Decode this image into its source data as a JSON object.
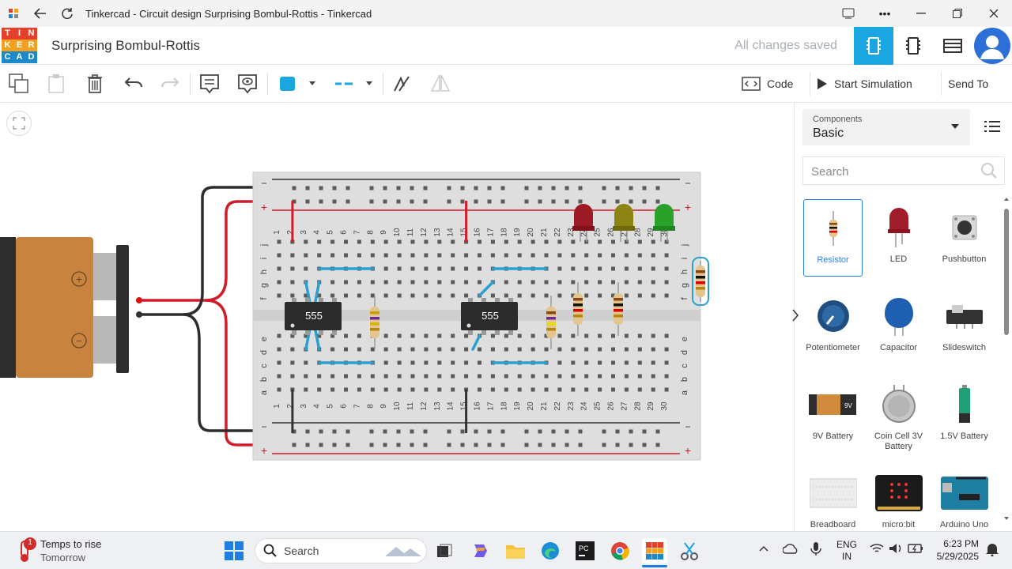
{
  "window": {
    "title": "Tinkercad - Circuit design Surprising Bombul-Rottis - Tinkercad"
  },
  "app": {
    "logo_letters": [
      "T",
      "I",
      "N",
      "K",
      "E",
      "R",
      "C",
      "A",
      "D"
    ],
    "logo_colors": [
      "#e4402a",
      "#e4402a",
      "#e4402a",
      "#f2a01f",
      "#f2a01f",
      "#f2a01f",
      "#1d89c9",
      "#1d89c9",
      "#1d89c9"
    ],
    "project_name": "Surprising Bombul-Rottis",
    "save_status": "All changes saved",
    "accent": "#1aa6e0"
  },
  "toolbar": {
    "code_label": "Code",
    "simulate_label": "Start Simulation",
    "send_label": "Send To",
    "wire_color": "#1aa6e0"
  },
  "breadboard": {
    "column_numbers": [
      "1",
      "2",
      "3",
      "4",
      "5",
      "6",
      "7",
      "8",
      "9",
      "10",
      "11",
      "12",
      "13",
      "14",
      "15",
      "16",
      "17",
      "18",
      "19",
      "20",
      "21",
      "22",
      "23",
      "24",
      "25",
      "26",
      "27",
      "28",
      "29",
      "30"
    ],
    "top_row_letters": [
      "j",
      "i",
      "h",
      "g",
      "f"
    ],
    "bottom_row_letters": [
      "e",
      "d",
      "c",
      "b",
      "a"
    ],
    "rail_minus": "−",
    "rail_plus": "+",
    "chip_label_1": "555",
    "chip_label_2": "555",
    "battery_plus": "+",
    "battery_minus": "−"
  },
  "sidebar": {
    "dropdown_caption": "Components",
    "dropdown_value": "Basic",
    "search_placeholder": "Search",
    "components": [
      {
        "label": "Resistor",
        "icon": "resistor-icon"
      },
      {
        "label": "LED",
        "icon": "led-icon"
      },
      {
        "label": "Pushbutton",
        "icon": "pushbutton-icon"
      },
      {
        "label": "Potentiometer",
        "icon": "potentiometer-icon"
      },
      {
        "label": "Capacitor",
        "icon": "capacitor-icon"
      },
      {
        "label": "Slideswitch",
        "icon": "slideswitch-icon"
      },
      {
        "label": "9V Battery",
        "icon": "battery-9v-icon"
      },
      {
        "label": "Coin Cell 3V Battery",
        "icon": "coin-cell-icon"
      },
      {
        "label": "1.5V Battery",
        "icon": "battery-aa-icon"
      },
      {
        "label": "Breadboard",
        "icon": "breadboard-icon"
      },
      {
        "label": "micro:bit",
        "icon": "microbit-icon"
      },
      {
        "label": "Arduino Uno",
        "icon": "arduino-icon"
      }
    ],
    "battery_9v_text": "9V"
  },
  "taskbar": {
    "weather_line1": "Temps to rise",
    "weather_line2": "Tomorrow",
    "weather_badge": "1",
    "search_label": "Search",
    "lang1": "ENG",
    "lang2": "IN",
    "time": "6:23 PM",
    "date": "5/29/2025"
  }
}
